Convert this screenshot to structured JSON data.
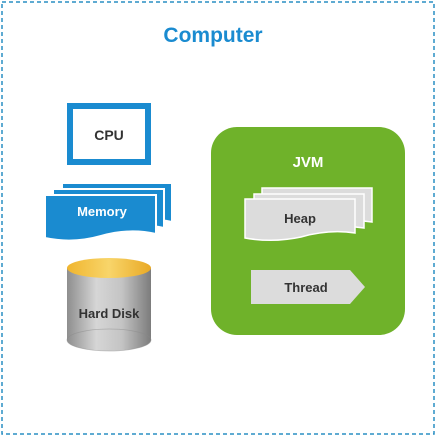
{
  "computer": {
    "title": "Computer",
    "cpu_label": "CPU",
    "memory_label": "Memory",
    "hard_disk_label": "Hard Disk"
  },
  "jvm": {
    "title": "JVM",
    "heap_label": "Heap",
    "thread_label": "Thread"
  },
  "colors": {
    "frame_border": "#2a8fc4",
    "title_blue": "#1a8bd0",
    "cpu_border": "#1a8bd0",
    "memory_fill": "#1a8bd0",
    "jvm_fill": "#6fb22a",
    "heap_fill": "#dcdcdc",
    "thread_fill": "#dcdcdc",
    "disk_top": "#f5c542",
    "disk_body": "#b8b8b8",
    "text_dark": "#333333",
    "text_white": "#ffffff"
  }
}
